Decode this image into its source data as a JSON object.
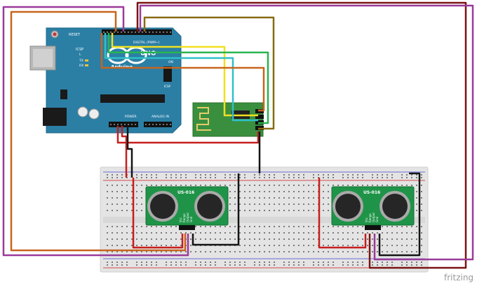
{
  "arduino": {
    "brand": "Arduino",
    "logo_text": "UNO",
    "reset_label": "RESET",
    "icsp_label": "ICSP",
    "icsp2_label": "ICSP",
    "digital_label": "DIGITAL (PWM~)",
    "power_label": "POWER",
    "analog_label": "ANALOG IN",
    "tx_label": "TX",
    "rx_label": "RX",
    "l_label": "L",
    "on_label": "ON"
  },
  "sensors": [
    {
      "label": "US-016",
      "pins": [
        "Vcc",
        "Range",
        "Output",
        "Gnd"
      ]
    },
    {
      "label": "US-016",
      "pins": [
        "Vcc",
        "Range",
        "Output",
        "Gnd"
      ]
    }
  ],
  "watermark": "fritzing",
  "colors": {
    "board": "#2b7fa5",
    "sensor_board": "#1f9448",
    "rf_module": "#3a8f3e",
    "breadboard": "#e6e6e6",
    "wire_purple": "#9a3a9a",
    "wire_orange": "#c8641e",
    "wire_darkred": "#7a1414",
    "wire_red": "#c81e1e",
    "wire_black": "#141414",
    "wire_olive": "#8a6a14",
    "wire_yellow": "#f0e020",
    "wire_green": "#28b450",
    "wire_cyan": "#30c0c8"
  }
}
